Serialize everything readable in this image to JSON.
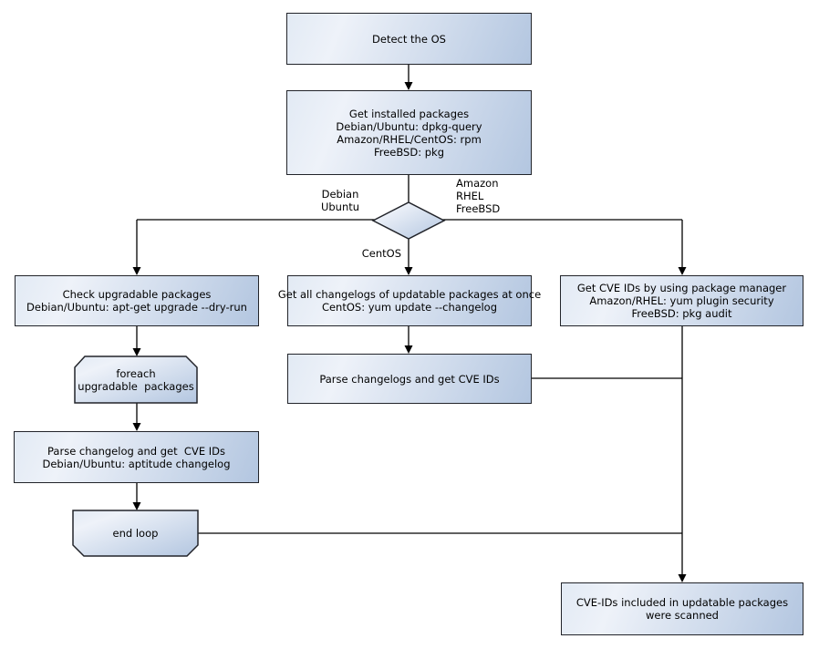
{
  "diagram": {
    "colors": {
      "background": "#ffffff",
      "fill_start": "#e2eaf4",
      "fill_mid": "#eef2f9",
      "fill_end": "#b3c6e0",
      "border": "#22242a",
      "line": "#000000"
    },
    "nodes": {
      "detect": {
        "lines": [
          "Detect the OS"
        ]
      },
      "installed": {
        "lines": [
          "Get installed packages",
          "Debian/Ubuntu: dpkg-query",
          "Amazon/RHEL/CentOS: rpm",
          "FreeBSD: pkg"
        ]
      },
      "check_upgradable": {
        "lines": [
          "Check upgradable packages",
          "Debian/Ubuntu: apt-get upgrade --dry-run"
        ]
      },
      "foreach_loop": {
        "lines": [
          "foreach",
          "upgradable  packages"
        ]
      },
      "parse_changelog_debian": {
        "lines": [
          "Parse changelog and get  CVE IDs",
          "Debian/Ubuntu: aptitude changelog"
        ]
      },
      "end_loop": {
        "lines": [
          "end loop"
        ]
      },
      "get_all_changelogs": {
        "lines": [
          "Get all changelogs of updatable packages at once",
          "CentOS: yum update --changelog"
        ]
      },
      "parse_changelogs": {
        "lines": [
          "Parse changelogs and get CVE IDs"
        ]
      },
      "get_cve_pkg_manager": {
        "lines": [
          "Get CVE IDs by using package manager",
          "Amazon/RHEL: yum plugin security",
          "FreeBSD: pkg audit"
        ]
      },
      "result_scanned": {
        "lines": [
          "CVE-IDs included in updatable packages",
          "were scanned"
        ]
      }
    },
    "edge_labels": {
      "left_branch": {
        "lines": [
          "Debian",
          "Ubuntu"
        ]
      },
      "right_branch": {
        "lines": [
          "Amazon",
          "RHEL",
          "FreeBSD"
        ]
      },
      "down_branch": {
        "lines": [
          "CentOS"
        ]
      }
    }
  }
}
